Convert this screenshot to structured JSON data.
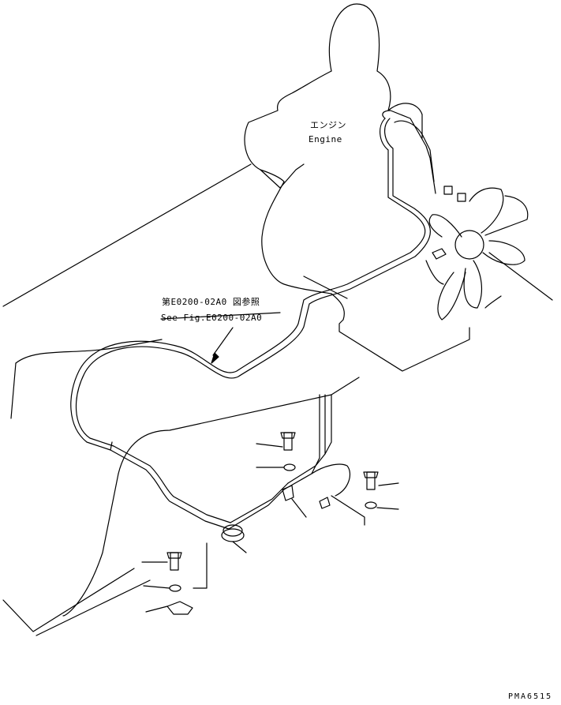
{
  "labels": {
    "engine_jp": "エンジン",
    "engine_en": "Engine",
    "ref_jp": "第E0200-02A0 図参照",
    "ref_en": "See Fig.E0200-02A0"
  },
  "drawing_code": "PMA6515",
  "colors": {
    "ink": "#000000",
    "paper": "#ffffff"
  }
}
